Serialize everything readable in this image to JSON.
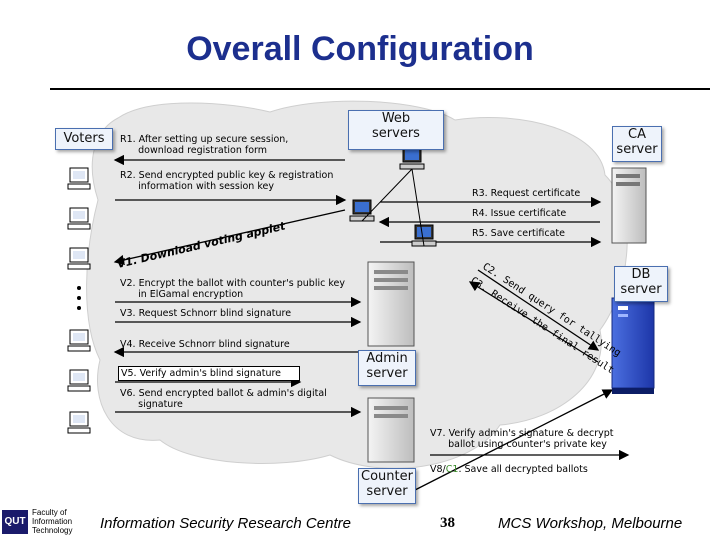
{
  "title": "Overall Configuration",
  "nodes": {
    "voters": "Voters",
    "web": "Web\nservers",
    "ca": "CA\nserver",
    "db": "DB\nserver",
    "admin": "Admin\nserver",
    "counter": "Counter\nserver"
  },
  "steps": {
    "r1": "R1. After setting up secure session,\n      download registration form",
    "r2": "R2. Send encrypted public key & registration\n      information with session key",
    "r3": "R3. Request certificate",
    "r4": "R4. Issue certificate",
    "r5": "R5. Save certificate",
    "v1": "V1. Download voting applet",
    "v2": "V2. Encrypt the ballot with counter's public key\n      in ElGamal encryption",
    "v3": "V3. Request Schnorr blind signature",
    "v4": "V4. Receive Schnorr blind signature",
    "v5": "V5. Verify admin's blind signature",
    "v6": "V6. Send encrypted ballot & admin's digital\n      signature",
    "v7": "V7. Verify admin's signature & decrypt\n      ballot using counter's private key",
    "v8_prefix": "V8/",
    "v8_c1": "C1",
    "v8_suffix": ". Save all decrypted ballots",
    "c2": "C2. Send query for tallying",
    "c3": "C3. Receive the final result"
  },
  "footer": {
    "org_line1": "Faculty of",
    "org_line2": "Information",
    "org_line3": "Technology",
    "org_badge": "QUT",
    "centre": "Information Security Research Centre",
    "page": "38",
    "event": "MCS Workshop, Melbourne"
  },
  "colors": {
    "title": "#1c2f8e",
    "c1_accent": "#3a8a2a",
    "cloud": "#e6e6e6",
    "db_server": "#2a4fd0"
  }
}
